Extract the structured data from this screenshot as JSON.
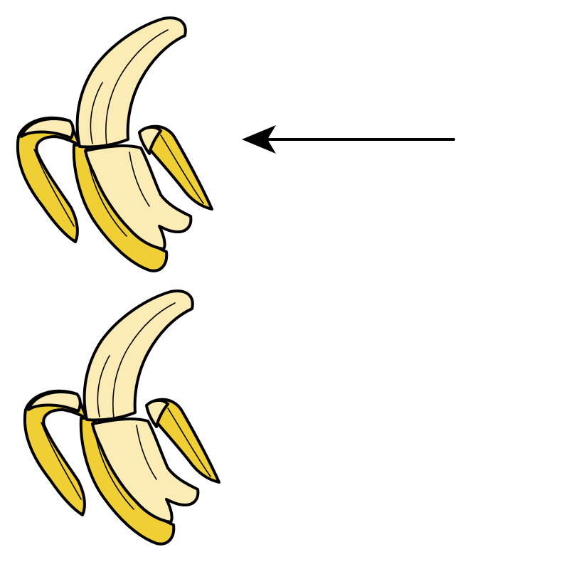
{
  "scene": {
    "background": "#ffffff",
    "items": [
      {
        "kind": "peeled-banana",
        "icon": "banana-icon"
      },
      {
        "kind": "peeled-banana",
        "icon": "banana-icon"
      }
    ],
    "pointer": {
      "icon": "arrow-left-icon",
      "direction": "left"
    }
  },
  "colors": {
    "peel": "#F0CF35",
    "flesh": "#FBEBB4",
    "outline": "#000000",
    "arrow": "#000000"
  }
}
